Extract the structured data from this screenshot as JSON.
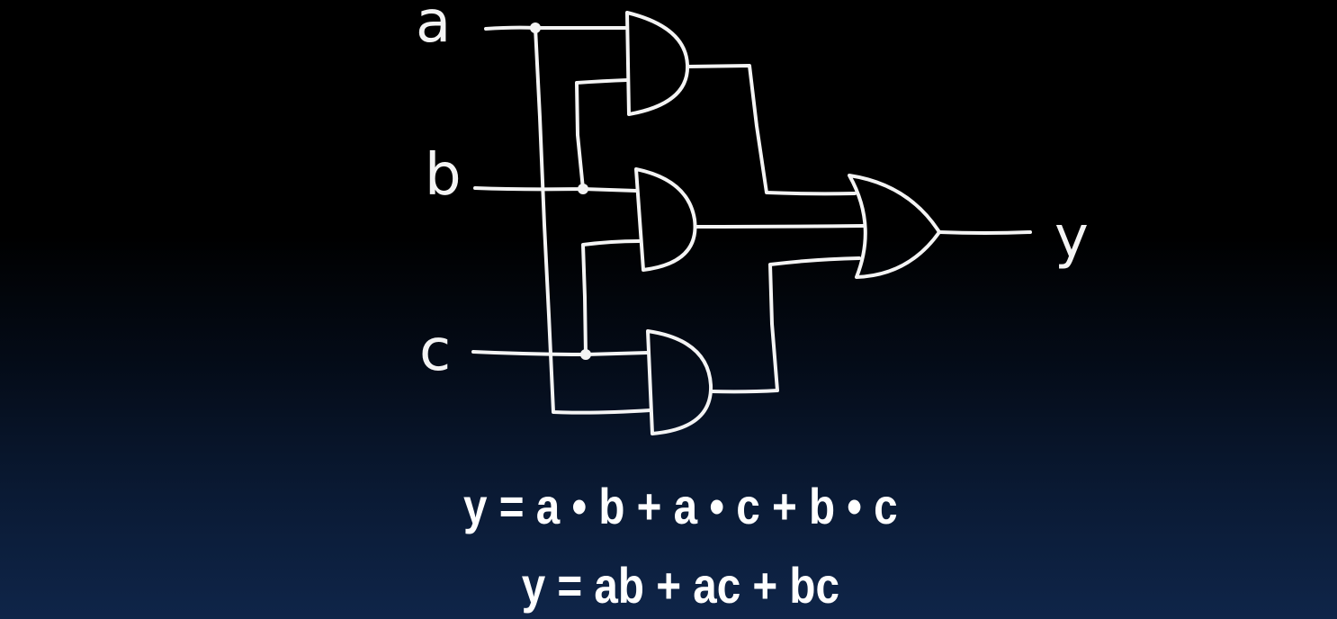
{
  "diagram": {
    "inputs": [
      "a",
      "b",
      "c"
    ],
    "output": "y",
    "gates": [
      "and-gate",
      "and-gate",
      "and-gate",
      "or-gate"
    ]
  },
  "equations": {
    "line1": "y = a • b + a • c + b • c",
    "line2": "y = ab + ac + bc"
  },
  "colors": {
    "ink": "#f4f4f4",
    "background_top": "#000000",
    "background_bottom": "#0f2549"
  }
}
